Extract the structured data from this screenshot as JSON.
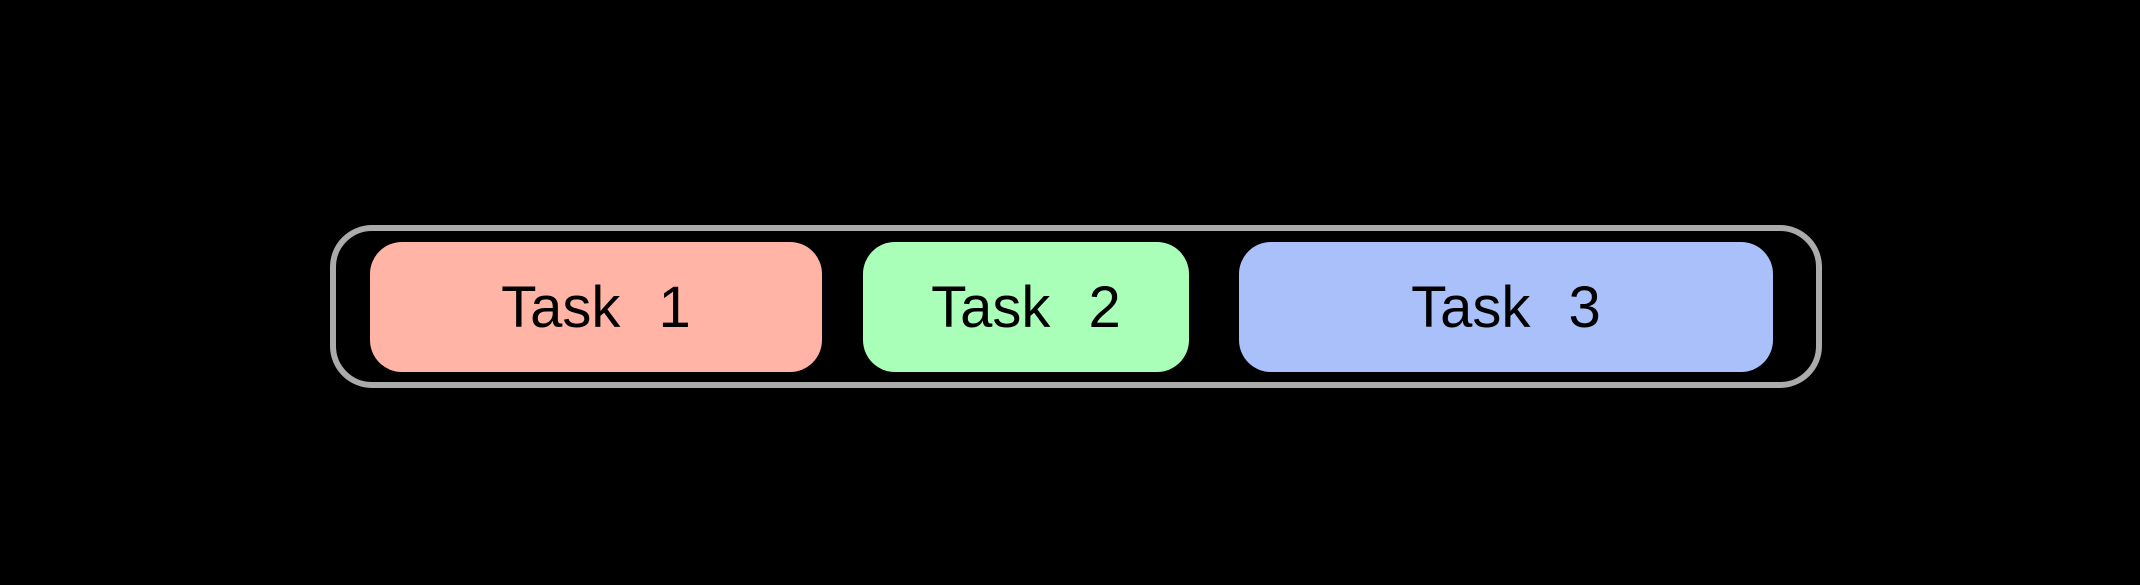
{
  "diagram": {
    "background_color": "#000000",
    "container": {
      "border_color": "#ababab",
      "fill_color": "#000000"
    },
    "tasks": [
      {
        "label": "Task 1",
        "fill_color": "#ffb4a6"
      },
      {
        "label": "Task 2",
        "fill_color": "#aaffb8"
      },
      {
        "label": "Task 3",
        "fill_color": "#a9c0fa"
      }
    ],
    "text_color": "#000000"
  }
}
